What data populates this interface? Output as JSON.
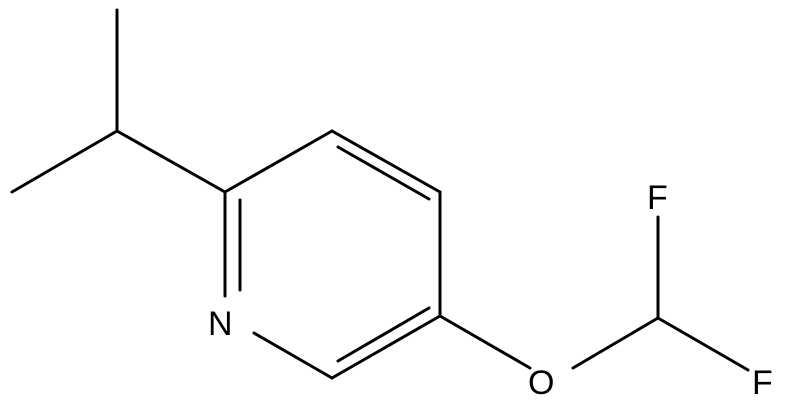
{
  "molecule": {
    "atoms": {
      "nitrogen": "N",
      "oxygen": "O",
      "fluorine_top": "F",
      "fluorine_bottom": "F"
    },
    "colors": {
      "bond": "#000000",
      "label": "#000000",
      "background": "#ffffff"
    }
  }
}
